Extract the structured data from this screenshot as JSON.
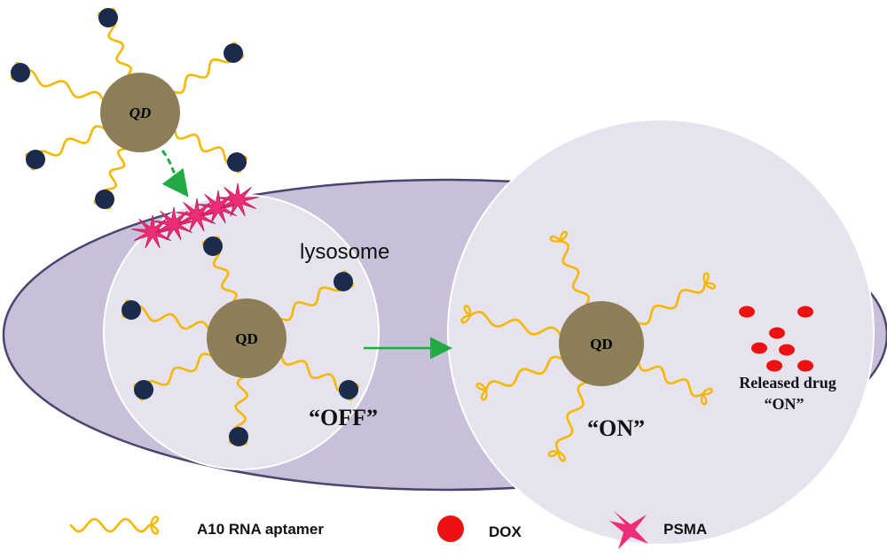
{
  "labels": {
    "qd_free": "QD",
    "qd_off": "QD",
    "qd_on": "QD",
    "lysosome": "lysosome",
    "off_state": "“OFF”",
    "on_state": "“ON”",
    "released_drug_line1": "Released drug",
    "released_drug_line2": "“ON”"
  },
  "legend": {
    "aptamer": "A10 RNA aptamer",
    "dox": "DOX",
    "psma": "PSMA"
  },
  "colors": {
    "cell_fill": "#c8c0d8",
    "cell_stroke": "#4a4470",
    "lysosome_fill": "#e6e2ee",
    "qd_fill": "#8c7f58",
    "aptamer": "#f5b800",
    "dox": "#ee1111",
    "psma": "#ee2d78",
    "quencher": "#1c2a4c",
    "arrow": "#22aa44"
  }
}
